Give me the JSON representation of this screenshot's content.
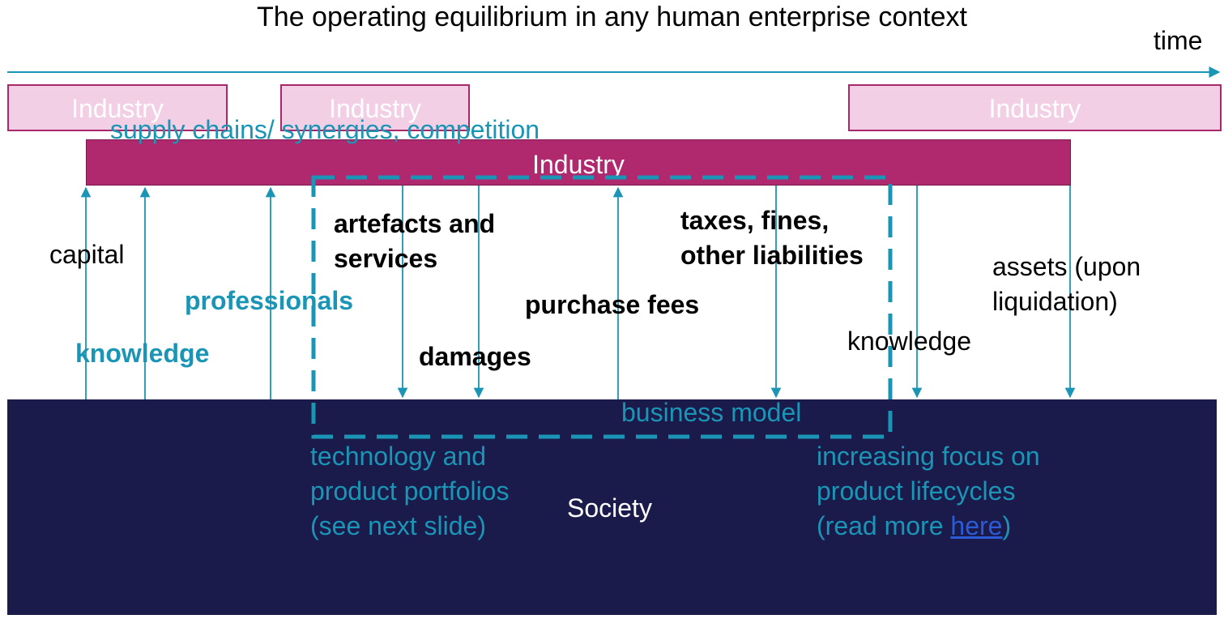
{
  "title": "The operating equilibrium in any human enterprise context",
  "timeline": {
    "label": "time"
  },
  "top_boxes": [
    "Industry",
    "Industry",
    "Industry"
  ],
  "supply_label": "supply chains/ synergies, competition",
  "industry_bar": "Industry",
  "society": "Society",
  "flows_up": {
    "capital": "capital",
    "knowledge": "knowledge",
    "professionals": "professionals"
  },
  "flows_down": {
    "artefacts_line1": "artefacts and",
    "artefacts_line2": "services",
    "damages": "damages",
    "purchase_fees": "purchase fees",
    "taxes_line1": "taxes, fines,",
    "taxes_line2": "other liabilities",
    "knowledge": "knowledge",
    "assets_line1": "assets (upon",
    "assets_line2": "liquidation)"
  },
  "business_model": "business model",
  "technology": [
    "technology and",
    "product portfolios",
    "(see next slide)"
  ],
  "lifecycle": {
    "line1": "increasing focus on",
    "line2": "product lifecycles",
    "line3_prefix": "(read more ",
    "link": "here",
    "line3_suffix": ")"
  },
  "colors": {
    "teal": "#1a95b5",
    "magenta": "#b0286e",
    "pink": "#f3cfe6",
    "navy": "#1a1a4b"
  }
}
